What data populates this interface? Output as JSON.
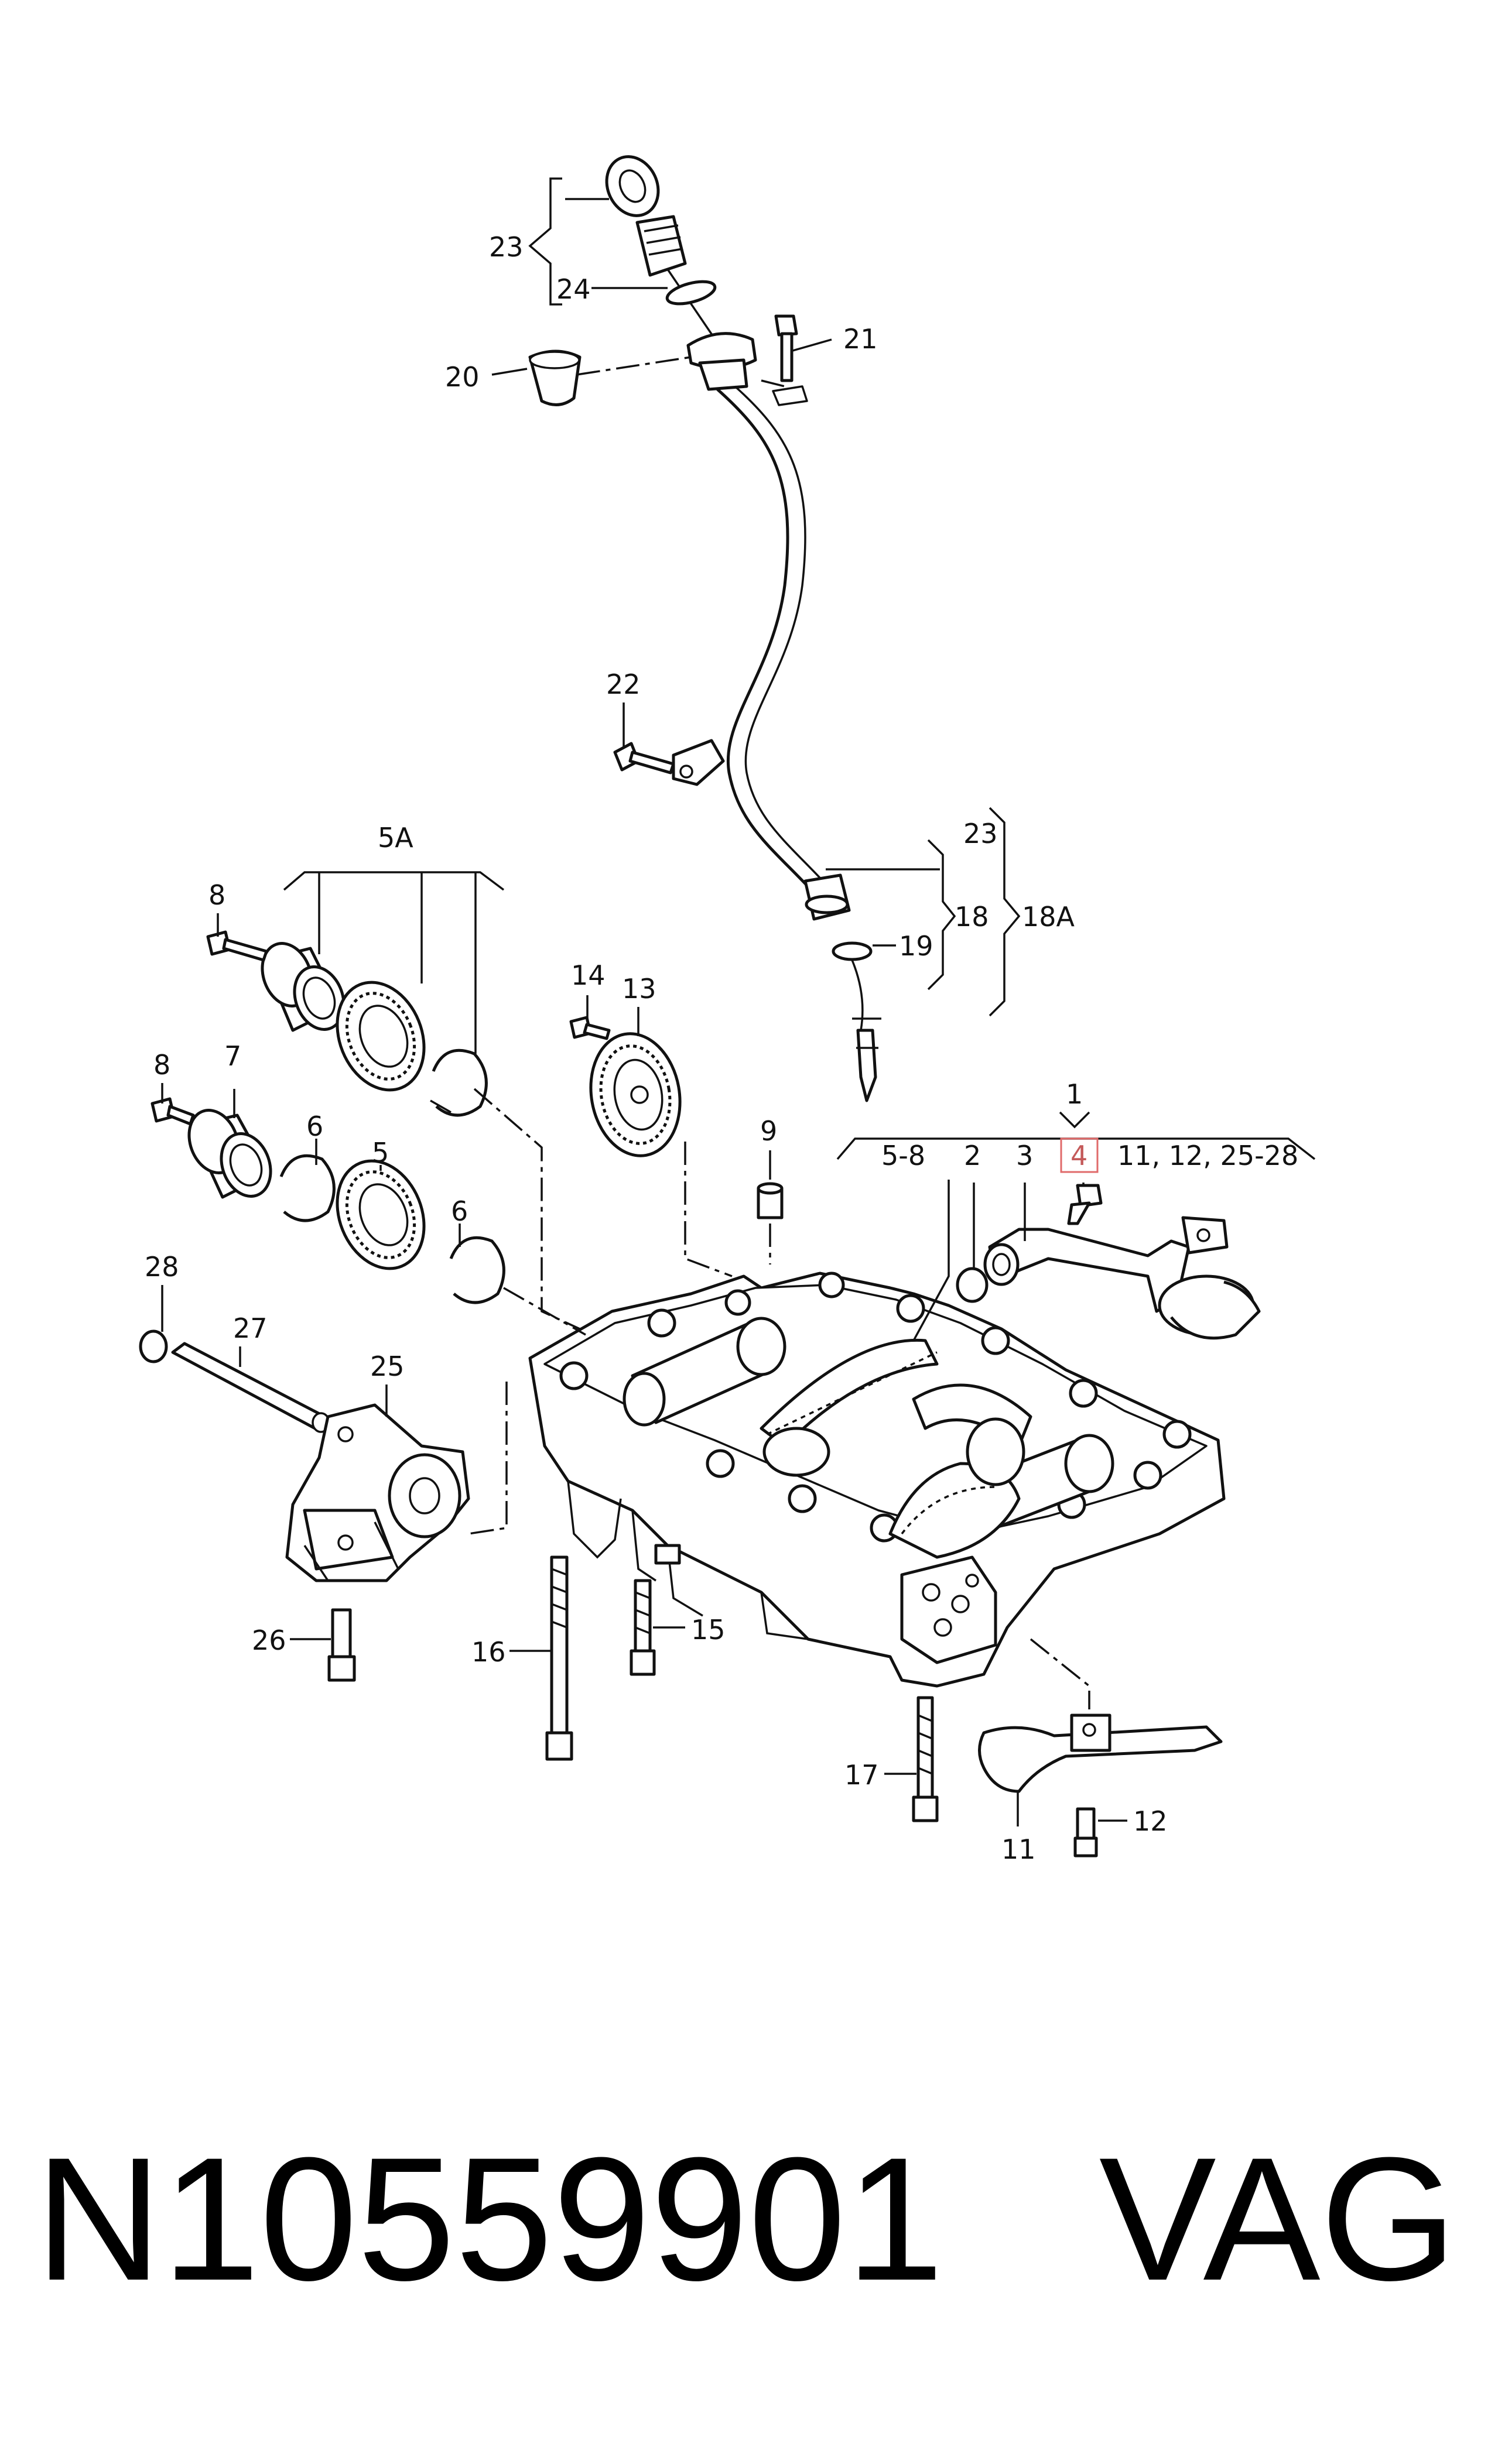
{
  "diagram": {
    "labels": {
      "l23_top": "23",
      "l24": "24",
      "l21": "21",
      "l20": "20",
      "l22": "22",
      "l23_mid": "23",
      "l18": "18",
      "l18A": "18A",
      "l19": "19",
      "l5A": "5A",
      "l8_top": "8",
      "l8_bot": "8",
      "l7": "7",
      "l6_left": "6",
      "l5": "5",
      "l6_right": "6",
      "l14": "14",
      "l13": "13",
      "l9": "9",
      "l1": "1",
      "l5_8": "5-8",
      "l2": "2",
      "l3": "3",
      "l4": "4",
      "l11_group": "11, 12, 25-28",
      "l28": "28",
      "l27": "27",
      "l25": "25",
      "l26": "26",
      "l16": "16",
      "l15": "15",
      "l17": "17",
      "l11": "11",
      "l12": "12"
    },
    "highlight_color": "#e06a6a"
  },
  "footer": {
    "part_number": "N10559901",
    "brand": "VAG"
  }
}
